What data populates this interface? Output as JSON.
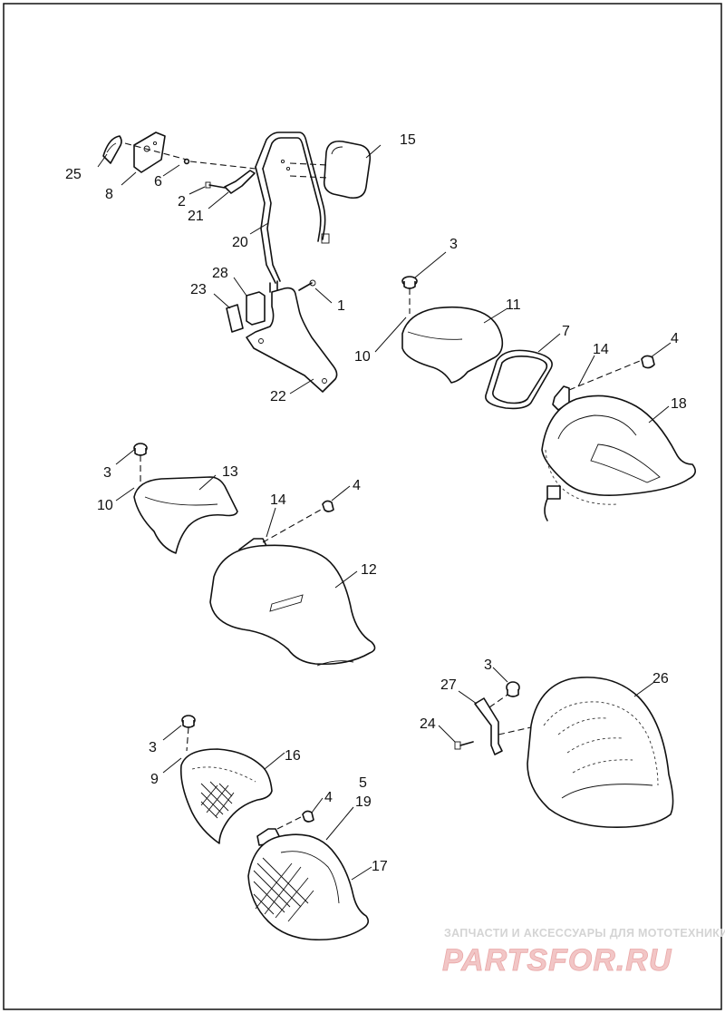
{
  "diagram": {
    "part_numbers": [
      "1",
      "2",
      "3",
      "4",
      "5",
      "6",
      "7",
      "8",
      "9",
      "10",
      "11",
      "12",
      "13",
      "14",
      "15",
      "16",
      "17",
      "18",
      "19",
      "20",
      "21",
      "22",
      "23",
      "24",
      "25",
      "26",
      "27",
      "28"
    ],
    "callouts": {
      "c25": "25",
      "c8": "8",
      "c6": "6",
      "c2": "2",
      "c21": "21",
      "c15": "15",
      "c20": "20",
      "c28": "28",
      "c23": "23",
      "c1": "1",
      "c22": "22",
      "c3a": "3",
      "c11": "11",
      "c10a": "10",
      "c7": "7",
      "c14a": "14",
      "c4a": "4",
      "c18": "18",
      "c3b": "3",
      "c13": "13",
      "c10b": "10",
      "c14b": "14",
      "c4b": "4",
      "c12": "12",
      "c3c": "3",
      "c27": "27",
      "c26": "26",
      "c24": "24",
      "c3d": "3",
      "c16": "16",
      "c9": "9",
      "c5": "5",
      "c4c": "4",
      "c19": "19",
      "c17": "17"
    }
  },
  "watermark": {
    "tagline": "ЗАПЧАСТИ И АКСЕССУАРЫ ДЛЯ МОТОТЕХНИКИ",
    "brand": "PARTSFOR.RU"
  },
  "colors": {
    "watermark_tagline": "#d4d4d4",
    "watermark_brand": "#f2c6c6",
    "line": "#111111"
  }
}
